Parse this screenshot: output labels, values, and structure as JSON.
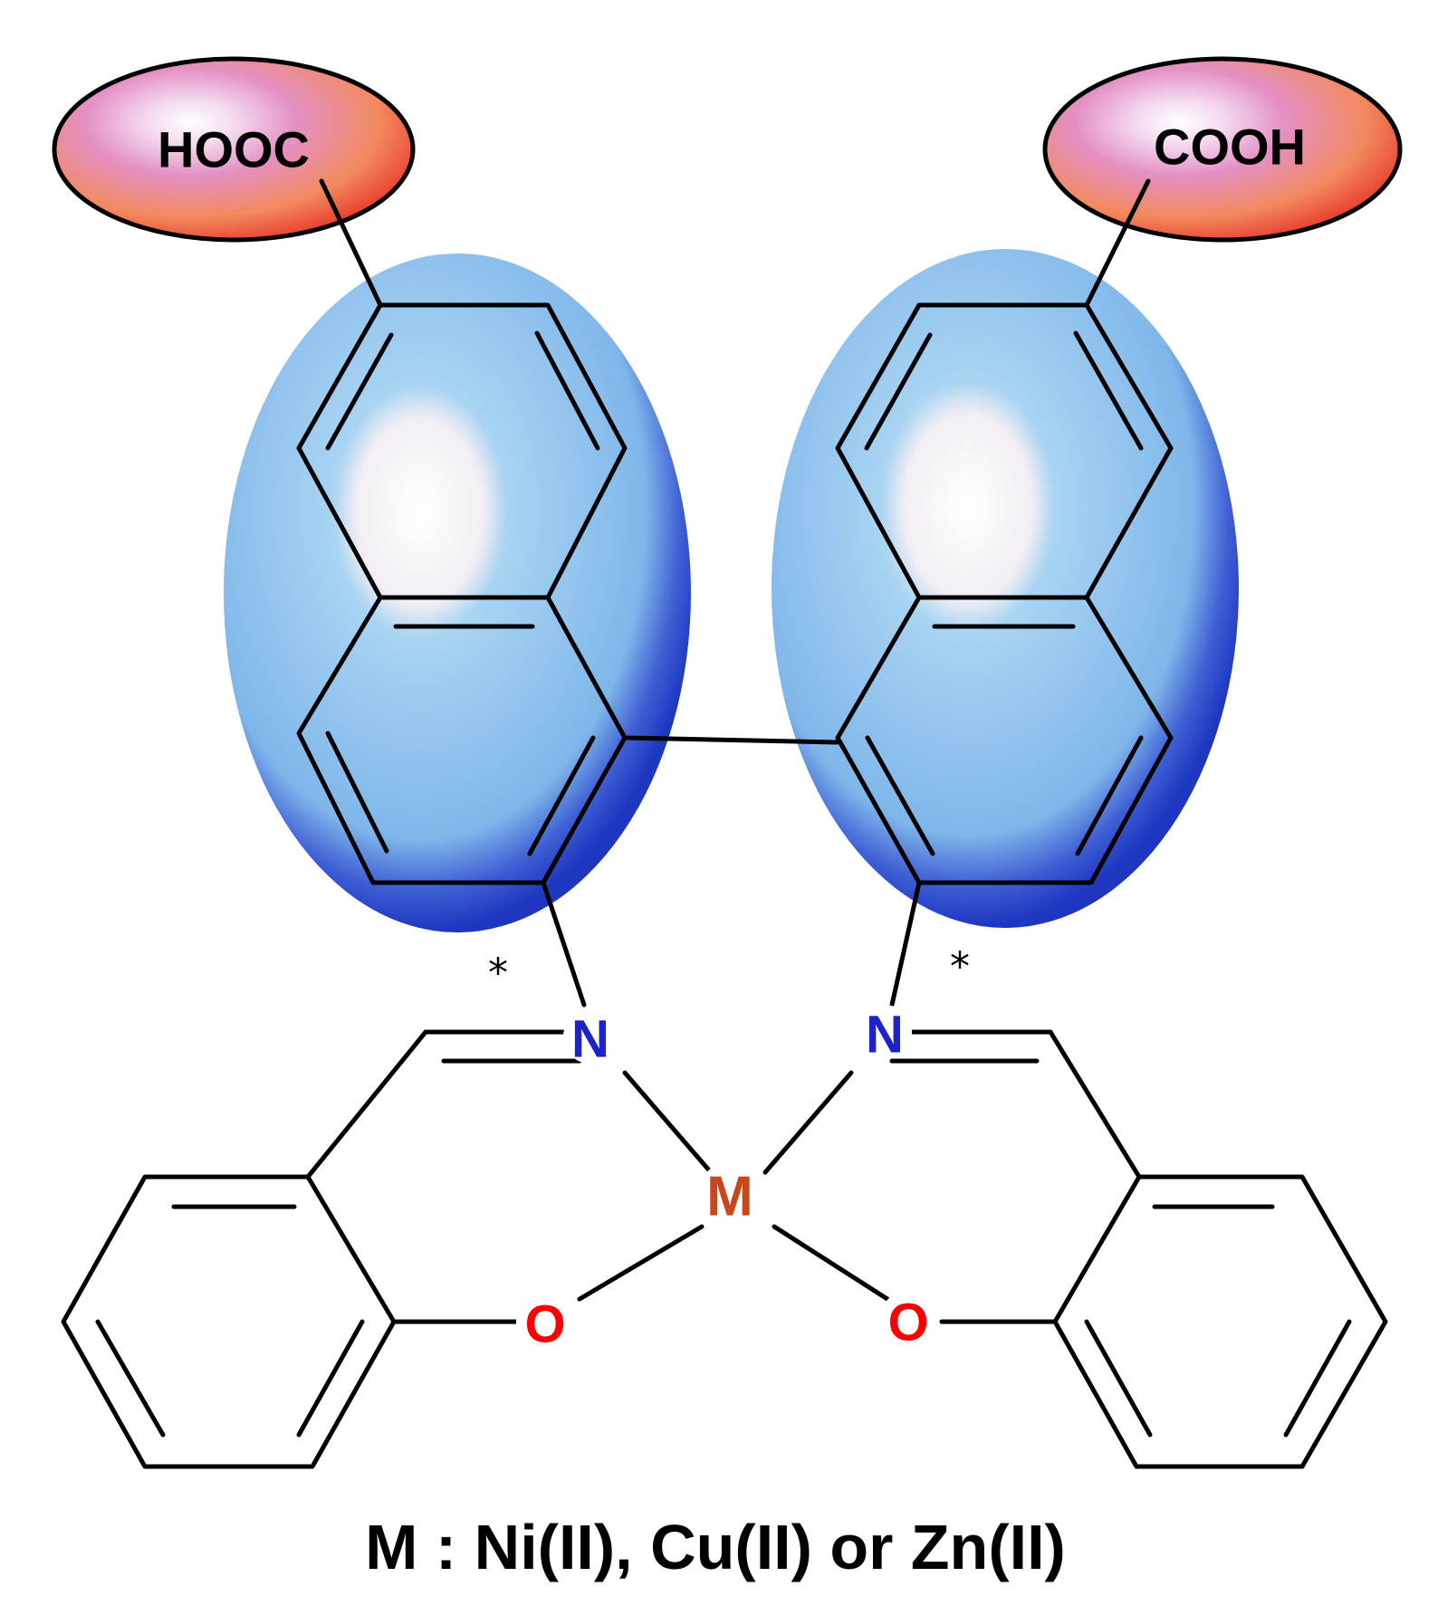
{
  "labels": {
    "left_group": "HOOC",
    "right_group": "COOH",
    "left_star": "*",
    "right_star": "*",
    "left_n": "N",
    "right_n": "N",
    "metal": "M",
    "left_o": "O",
    "right_o": "O",
    "caption": "M : Ni(II), Cu(II) or Zn(II)"
  },
  "colors": {
    "nitrogen": "#1a24c9",
    "oxygen": "#ff0000",
    "metal": "#c8471a",
    "naphthyl_highlight": "#1e3ec8",
    "carboxyl_highlight": "#e8413a"
  }
}
